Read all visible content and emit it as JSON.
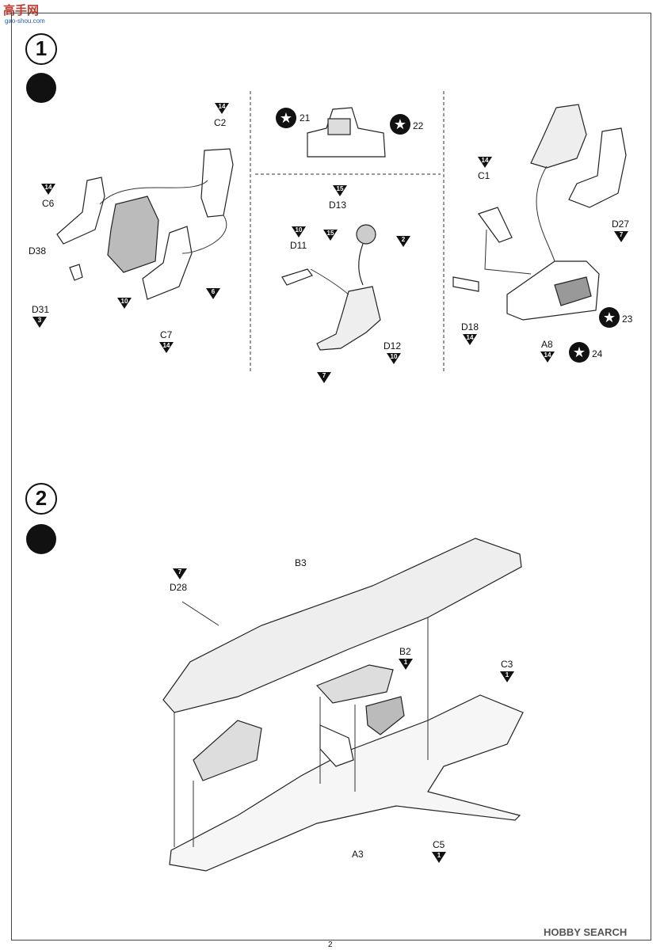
{
  "watermark_top": {
    "logo_text": "高手网",
    "url": "gao-shou.com"
  },
  "watermark_bottom": {
    "brand": "HOBBY SEARCH"
  },
  "page_number": "2",
  "steps": [
    {
      "number": "1"
    },
    {
      "number": "2"
    }
  ],
  "step1": {
    "seat_panel": [
      {
        "id": "C2",
        "color": "14"
      },
      {
        "id": "C6",
        "color": "14"
      },
      {
        "id": "D38",
        "color": ""
      },
      {
        "id": "D31",
        "color": "3"
      },
      {
        "id": "10",
        "color": "10"
      },
      {
        "id": "C7",
        "color": "14"
      },
      {
        "id": "6",
        "color": "6"
      }
    ],
    "decals": [
      {
        "id": "21"
      },
      {
        "id": "22"
      },
      {
        "id": "23"
      },
      {
        "id": "24"
      }
    ],
    "pilot_panel": [
      {
        "id": "D13",
        "color": "15"
      },
      {
        "id": "D11",
        "color": "10"
      },
      {
        "id": "15",
        "color": "15"
      },
      {
        "id": "2",
        "color": "2"
      },
      {
        "id": "D12",
        "color": "10"
      },
      {
        "id": "7",
        "color": "7"
      }
    ],
    "cockpit_panel": [
      {
        "id": "C1",
        "color": "14"
      },
      {
        "id": "D27",
        "color": "7"
      },
      {
        "id": "D18",
        "color": "14"
      },
      {
        "id": "A8",
        "color": "14"
      }
    ]
  },
  "step2": {
    "parts": [
      {
        "id": "D28",
        "color": "7"
      },
      {
        "id": "B3",
        "color": ""
      },
      {
        "id": "B2",
        "color": "1"
      },
      {
        "id": "C3",
        "color": "1"
      },
      {
        "id": "A3",
        "color": ""
      },
      {
        "id": "C5",
        "color": "1"
      }
    ]
  }
}
